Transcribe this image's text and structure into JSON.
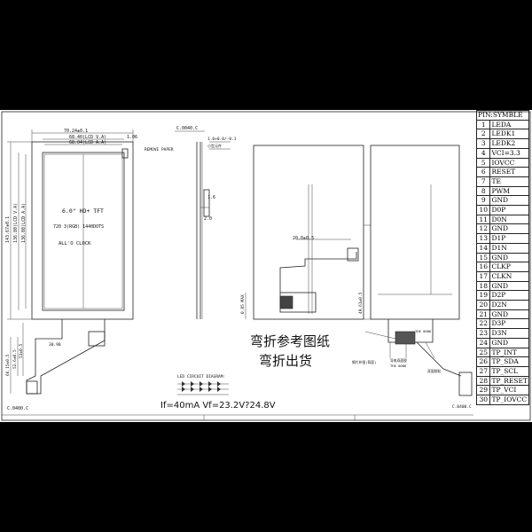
{
  "pin_table": {
    "header": "PIN:SYMBLE",
    "rows": [
      {
        "no": "1",
        "name": "LEDA"
      },
      {
        "no": "2",
        "name": "LEDK1"
      },
      {
        "no": "3",
        "name": "LEDK2"
      },
      {
        "no": "4",
        "name": "VCI=3.3"
      },
      {
        "no": "5",
        "name": "IOVCC"
      },
      {
        "no": "6",
        "name": "RESET"
      },
      {
        "no": "7",
        "name": "TE"
      },
      {
        "no": "8",
        "name": "PWM"
      },
      {
        "no": "9",
        "name": "GND"
      },
      {
        "no": "10",
        "name": "D0P"
      },
      {
        "no": "11",
        "name": "D0N"
      },
      {
        "no": "12",
        "name": "GND"
      },
      {
        "no": "13",
        "name": "D1P"
      },
      {
        "no": "14",
        "name": "D1N"
      },
      {
        "no": "15",
        "name": "GND"
      },
      {
        "no": "16",
        "name": "CLKP"
      },
      {
        "no": "17",
        "name": "CLKN"
      },
      {
        "no": "18",
        "name": "GND"
      },
      {
        "no": "19",
        "name": "D2P"
      },
      {
        "no": "20",
        "name": "D2N"
      },
      {
        "no": "21",
        "name": "GND"
      },
      {
        "no": "22",
        "name": "D3P"
      },
      {
        "no": "23",
        "name": "D3N"
      },
      {
        "no": "24",
        "name": "GND"
      },
      {
        "no": "25",
        "name": "TP_INT"
      },
      {
        "no": "26",
        "name": "TP_SDA"
      },
      {
        "no": "27",
        "name": "TP_SCL"
      },
      {
        "no": "28",
        "name": "TP_RESET"
      },
      {
        "no": "29",
        "name": "TP_VCI"
      },
      {
        "no": "30",
        "name": "TP_IOVCC"
      }
    ]
  },
  "front_view": {
    "title": "6.0\" HD+ TFT",
    "resolution": "720 3(RGB) 1440DOTS",
    "orientation": "ALL'O CLOCK",
    "dim_top_outer": "70.24±0.1",
    "dim_top_va": "68.40(LCD V.A)",
    "dim_top_aa": "68.04(LCD A.A)",
    "dim_top_right": "1.06",
    "dim_left_outer": "143.67±0.1",
    "dim_left_va": "136.80(LCD V.A)",
    "dim_left_aa": "136.08(LCD A.A)",
    "dim_fpc_height": "66.15±0.5",
    "dim_fpc_inner": "52.6±0.5",
    "dim_fpc_pitch": "53±0.5",
    "dim_fpc_width": "30.90",
    "dim_bottom": "C.0400.C",
    "dim_connector": "C.0400.C",
    "remove_paper": "REMOVE PAPER",
    "led_diagram_label": "LED CIRCUIT DIAGRAM:",
    "led_spec": "If=40mA  Vf=23.2V?24.8V"
  },
  "side_view": {
    "dim_top": "C.0040.C",
    "dim_top2": "1.0+0.0/-0.1",
    "dim_label_small": "小型元件",
    "dim_height": "1.6",
    "dim_mid": "2.0"
  },
  "bend_view": {
    "title_line1": "弯折参考图纸",
    "title_line2": "弯折出货",
    "dim_fpc": "20.0±0.5",
    "dim_max": "0.85 MAX",
    "dim_right": "49.61±0.5",
    "dim_connector": "THE 0086",
    "label_stiffener": "钢片补强(背面)",
    "label_conductive": "导电双面胶",
    "label_conductive2": "THE 0086",
    "label_double_tape": "双面胶贴",
    "dim_bottom_right": "C.0400.C"
  }
}
